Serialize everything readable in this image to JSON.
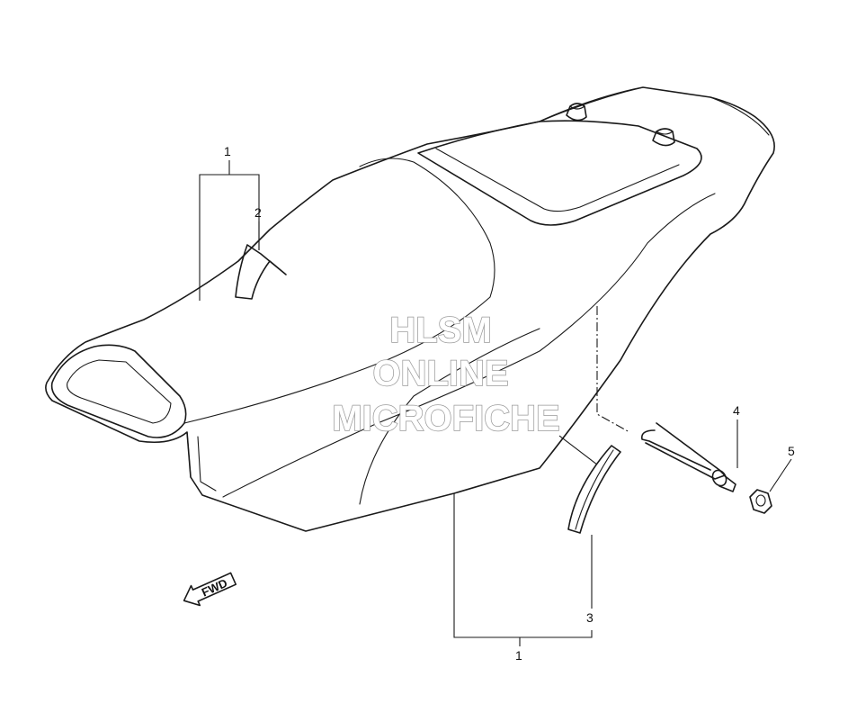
{
  "callouts": {
    "c1_top": "1",
    "c2": "2",
    "c1_bottom": "1",
    "c3": "3",
    "c4": "4",
    "c5": "5"
  },
  "watermark": {
    "line1": "HLSM",
    "line2": "ONLINE",
    "line3": "MICROFICHE"
  },
  "direction_arrow": {
    "label": "FWD"
  }
}
